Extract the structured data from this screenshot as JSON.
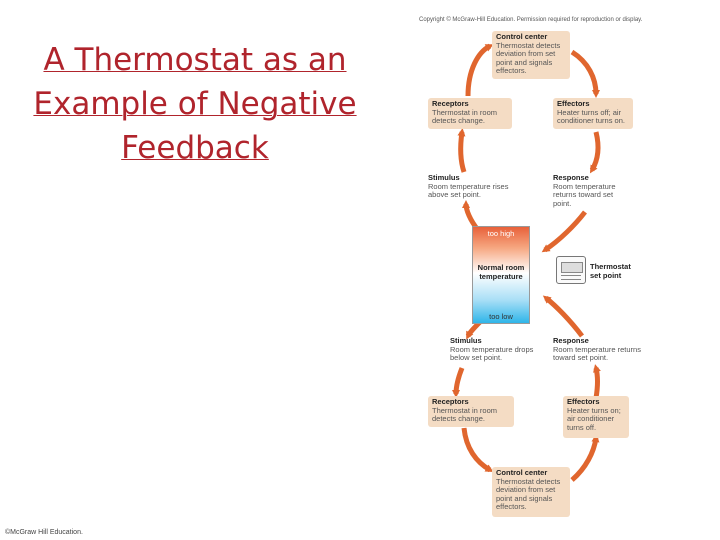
{
  "slide": {
    "title": "A Thermostat as an Example of Negative Feedback",
    "footer": "©McGraw Hill Education."
  },
  "figure": {
    "copyright": "Copyright © McGraw-Hill Education. Permission required for reproduction or display.",
    "top_loop": {
      "control_center": {
        "heading": "Control center",
        "text": "Thermostat detects deviation from set point and signals effectors."
      },
      "receptors": {
        "heading": "Receptors",
        "text": "Thermostat in room detects change."
      },
      "effectors": {
        "heading": "Effectors",
        "text": "Heater turns off; air conditioner turns on."
      },
      "stimulus": {
        "heading": "Stimulus",
        "text": "Room temperature rises above set point."
      },
      "response": {
        "heading": "Response",
        "text": "Room temperature returns toward set point."
      }
    },
    "thermometer": {
      "high_label": "too high",
      "normal_label": "Normal room temperature",
      "low_label": "too low"
    },
    "set_point_label": "Thermostat set point",
    "bottom_loop": {
      "stimulus": {
        "heading": "Stimulus",
        "text": "Room temperature drops below set point."
      },
      "response": {
        "heading": "Response",
        "text": "Room temperature returns toward set point."
      },
      "receptors": {
        "heading": "Receptors",
        "text": "Thermostat in room detects change."
      },
      "effectors": {
        "heading": "Effectors",
        "text": "Heater turns on; air conditioner turns off."
      },
      "control_center": {
        "heading": "Control center",
        "text": "Thermostat detects deviation from set point and signals effectors."
      }
    },
    "colors": {
      "arrow": "#e0662e",
      "box": "#f4dcc4",
      "title": "#b0242c"
    }
  }
}
